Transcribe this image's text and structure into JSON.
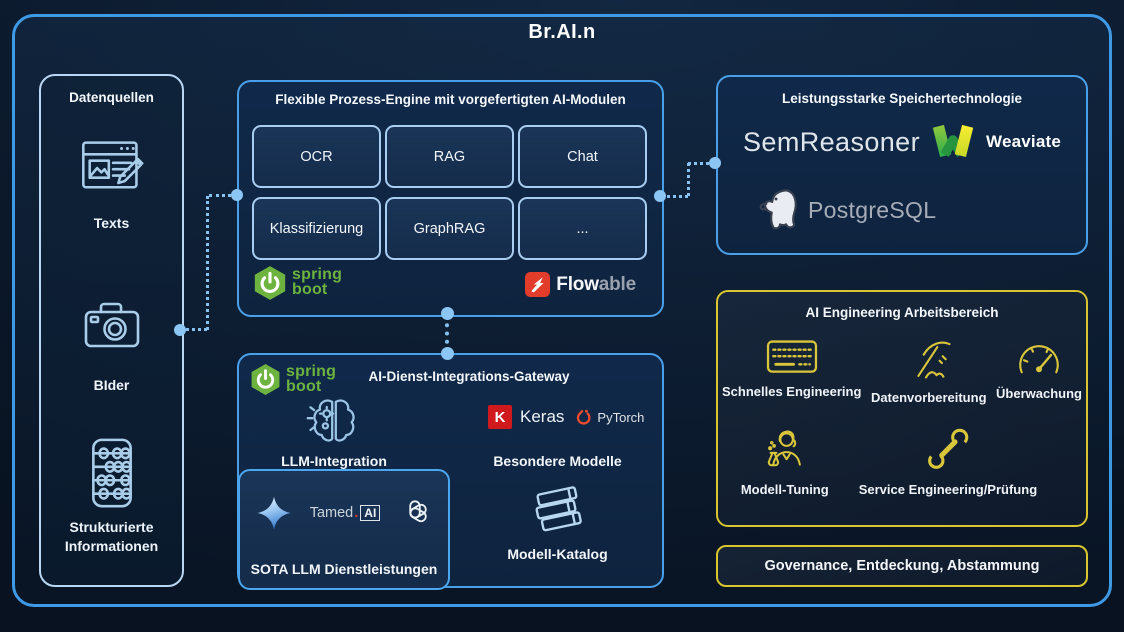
{
  "title": "Br.AI.n",
  "colors": {
    "border_blue": "#4aa0e8",
    "module_border": "#a9cdf0",
    "yellow_border": "#d9c52f",
    "connector_blue": "#85c2f0",
    "spring_green": "#6db33f",
    "flowable_red": "#e23c2b",
    "keras_red": "#d0191d",
    "pytorch_orange": "#ee4c2c",
    "background": "#0c1a2d"
  },
  "data_sources": {
    "title": "Datenquellen",
    "items": [
      {
        "label": "Texts",
        "icon": "document-edit-icon"
      },
      {
        "label": "BIder",
        "icon": "camera-icon"
      },
      {
        "label": "Strukturierte Informationen",
        "icon": "abacus-icon"
      }
    ]
  },
  "process_engine": {
    "title": "Flexible Prozess-Engine mit vorgefertigten AI-Modulen",
    "modules": [
      "OCR",
      "RAG",
      "Chat",
      "Klassifizierung",
      "GraphRAG",
      "..."
    ],
    "spring_boot": {
      "line1": "spring",
      "line2": "boot"
    },
    "flowable": {
      "white": "Flow",
      "gray": "able"
    }
  },
  "gateway": {
    "title": "AI-Dienst-Integrations-Gateway",
    "spring_boot": {
      "line1": "spring",
      "line2": "boot"
    },
    "llm_label": "LLM-Integration",
    "keras_k": "K",
    "keras": "Keras",
    "pytorch": "PyTorch",
    "special_models": "Besondere Modelle",
    "sota": {
      "tamed": "Tamed",
      "dot": ".",
      "ai": "AI",
      "label": "SOTA LLM Dienstleistungen"
    },
    "catalog": "Modell-Katalog"
  },
  "storage": {
    "title": "Leistungsstarke Speichertechnologie",
    "semreasoner": "SemReasoner",
    "weaviate": "Weaviate",
    "postgresql": "PostgreSQL"
  },
  "engineering": {
    "title": "AI Engineering Arbeitsbereich",
    "row1": [
      "Schnelles Engineering",
      "Datenvorbereitung",
      "Überwachung"
    ],
    "row2": [
      "Modell-Tuning",
      "Service Engineering/Prüfung"
    ]
  },
  "governance": {
    "label": "Governance, Entdeckung, Abstammung"
  }
}
